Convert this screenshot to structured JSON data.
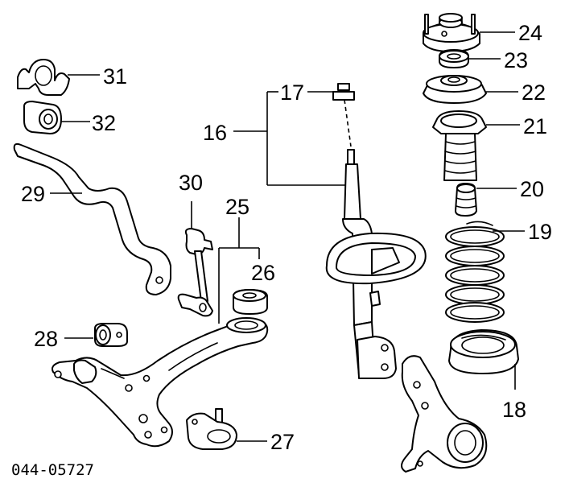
{
  "callouts": {
    "c16": "16",
    "c17": "17",
    "c18": "18",
    "c19": "19",
    "c20": "20",
    "c21": "21",
    "c22": "22",
    "c23": "23",
    "c24": "24",
    "c25": "25",
    "c26": "26",
    "c27": "27",
    "c28": "28",
    "c29": "29",
    "c30": "30",
    "c31": "31",
    "c32": "32"
  },
  "diagram_code": "044-05727",
  "colors": {
    "line": "#000000",
    "background": "#ffffff"
  }
}
